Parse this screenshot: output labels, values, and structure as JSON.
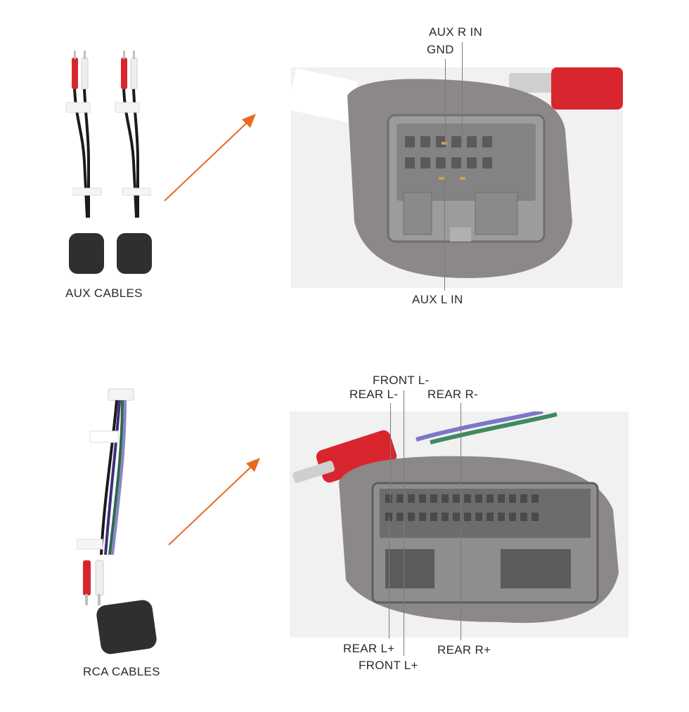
{
  "aux_section": {
    "caption": "AUX CABLES",
    "pins": {
      "aux_r_in": "AUX R IN",
      "gnd": "GND",
      "aux_l_in": "AUX L IN"
    }
  },
  "rca_section": {
    "caption": "RCA CABLES",
    "pins": {
      "front_l_minus": "FRONT L-",
      "rear_l_minus": "REAR L-",
      "rear_r_minus": "REAR R-",
      "rear_l_plus": "REAR L+",
      "front_l_plus": "FRONT L+",
      "rear_r_plus": "REAR R+"
    }
  },
  "colors": {
    "arrow": "#e8691f",
    "foam": "#8c8888",
    "connector": "#9c9c9c",
    "rca_red": "#d9262e",
    "rca_white": "#f2f2f2"
  }
}
